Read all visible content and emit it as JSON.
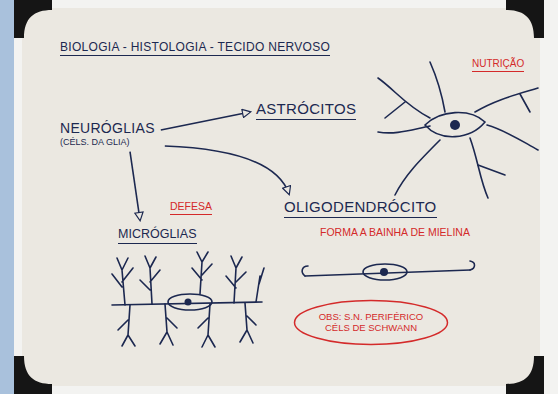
{
  "diagram": {
    "title": "BIOLOGIA - HISTOLOGIA - TECIDO NERVOSO",
    "nodes": [
      {
        "text": [
          "NEURÓGLIAS",
          "(CÉLS. DA GLIA)"
        ]
      },
      {
        "text": [
          "ASTRÓCITOS"
        ]
      },
      {
        "text": [
          "OLIGODENDRÓCITO",
          "FORMA A BAINHA DE MIELINA"
        ]
      },
      {
        "text": [
          "MICRÓGLIAS"
        ]
      },
      {
        "text": [
          "OBS: S.N. PERIFÉRICO CÉLS DE SCHWANN"
        ]
      }
    ],
    "edges": [
      {
        "from": 0,
        "to": 1,
        "arrow": "to"
      },
      {
        "from": 0,
        "to": 3,
        "arrow": "to"
      },
      {
        "from": 0,
        "to": 2,
        "arrow": "to"
      }
    ],
    "labels": [
      "NUTRIÇÃO",
      "DEFESA"
    ]
  }
}
